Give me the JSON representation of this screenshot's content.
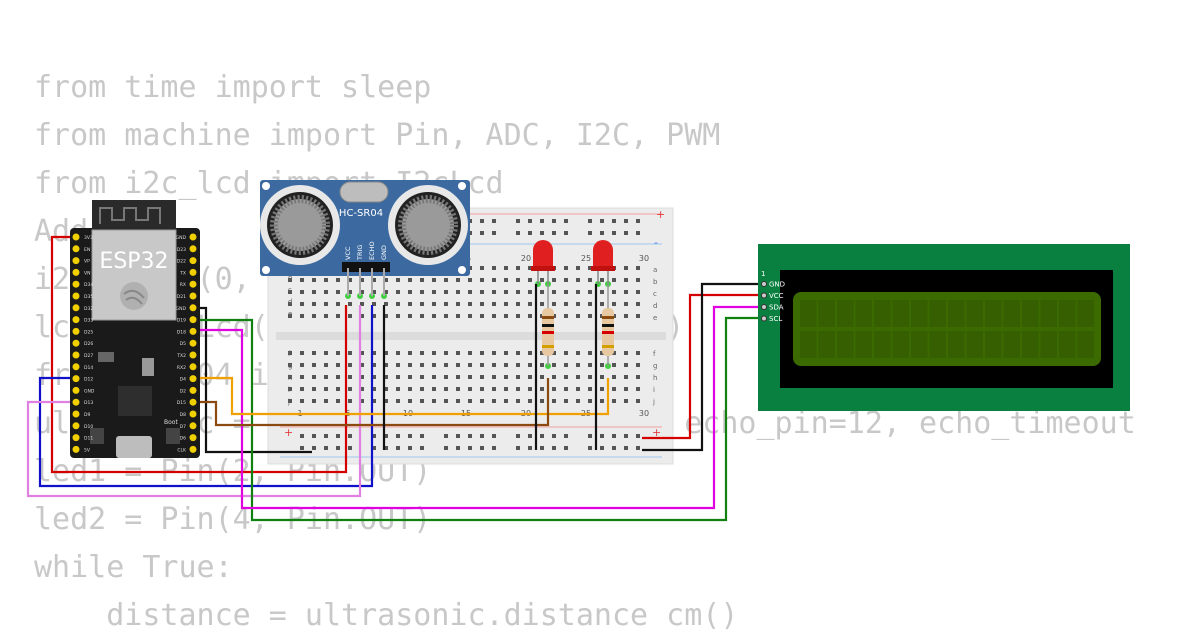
{
  "code_lines": [
    "from time import sleep",
    "from machine import Pin, ADC, I2C, PWM",
    "from i2c_lcd import I2cLcd",
    "AddrLcd",
    "i2c = I2C(0, scl=Pin(18),",
    "lcd = I2cLcd(i2c,                16)",
    "from hcsr04 import HCSR04",
    "ultrasonic = HCSR04(trigger_pin=13, echo_pin=12, echo_timeout",
    "led1 = Pin(2, Pin.OUT)",
    "led2 = Pin(4, Pin.OUT)",
    "while True:",
    "    distance = ultrasonic.distance_cm()"
  ],
  "esp32": {
    "label": "ESP32",
    "left_pins": [
      "3V3",
      "EN",
      "VP",
      "VN",
      "D34",
      "D35",
      "D32",
      "D33",
      "D25",
      "D26",
      "D27",
      "D14",
      "D12",
      "GND",
      "D13",
      "D9",
      "D10",
      "D11",
      "5V"
    ],
    "right_pins": [
      "GND",
      "D23",
      "D22",
      "TX",
      "RX",
      "D21",
      "GND",
      "D19",
      "D18",
      "D5",
      "TX2",
      "RX2",
      "D4",
      "D2",
      "D15",
      "D8",
      "D7",
      "D6",
      "CLK"
    ],
    "boot_label": "Boot"
  },
  "sensor": {
    "label": "HC-SR04",
    "pins": [
      "VCC",
      "TRIG",
      "ECHO",
      "GND"
    ]
  },
  "breadboard": {
    "row_letters_top": [
      "a",
      "b",
      "c",
      "d",
      "e"
    ],
    "row_letters_bottom": [
      "f",
      "g",
      "h",
      "i",
      "j"
    ],
    "column_numbers": [
      "1",
      "5",
      "10",
      "15",
      "20",
      "25",
      "30"
    ],
    "plus": "+",
    "minus": "-"
  },
  "lcd": {
    "pin_one": "1",
    "pins": [
      "GND",
      "VCC",
      "SDA",
      "SCL"
    ]
  },
  "colors": {
    "wire_red": "#d40000",
    "wire_black": "#111111",
    "wire_blue": "#1010cc",
    "wire_magenta": "#e000e0",
    "wire_pink": "#e080e0",
    "wire_green": "#108010",
    "wire_orange": "#f0a000",
    "wire_brown": "#8a4a10",
    "lcd_board": "#0a8040",
    "lcd_screen": "#3a6a00",
    "sensor_board": "#3c6aa0",
    "esp_board": "#1a1a1a",
    "led": "#e02020"
  }
}
